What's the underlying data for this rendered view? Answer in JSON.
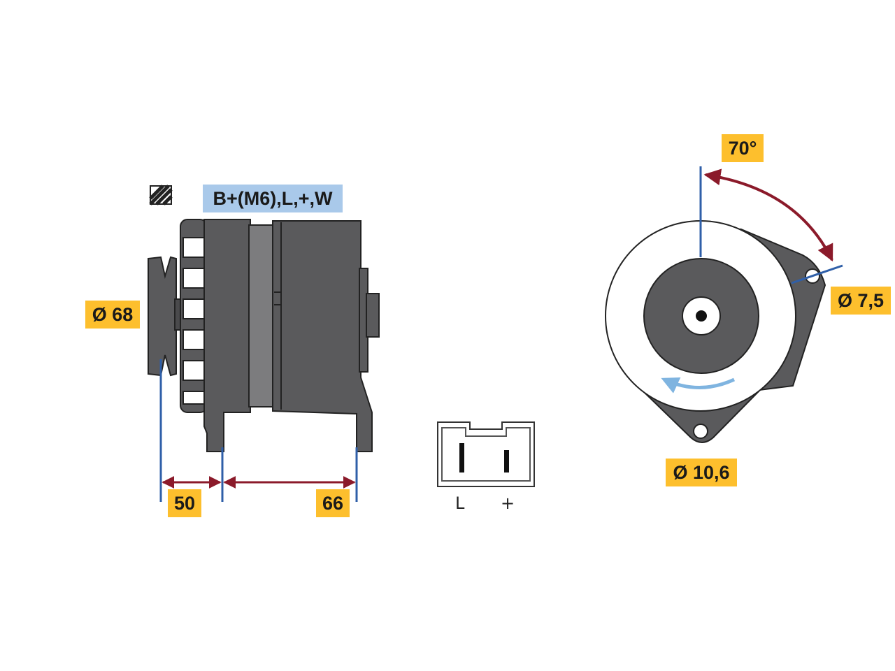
{
  "terminals": "B+(M6),L,+,W",
  "dimensions": {
    "pulley_diameter": "Ø 68",
    "length_front": "50",
    "length_rear": "66",
    "angle": "70°",
    "mount_hole_upper": "Ø 7,5",
    "mount_hole_lower": "Ø 10,6"
  },
  "connector": {
    "pins": [
      "L",
      "+"
    ]
  },
  "icons": {
    "mount_symbol": "hatched-square-icon",
    "rotation": "rotation-arrow-icon"
  },
  "colors": {
    "label_yellow": "#fdbf2d",
    "label_blue": "#a9c9ea",
    "body_gray": "#5a5a5c",
    "dim_line_red": "#8b1a2a",
    "reference_blue": "#2f5fa8",
    "rotation_arrow": "#7fb4e0"
  }
}
